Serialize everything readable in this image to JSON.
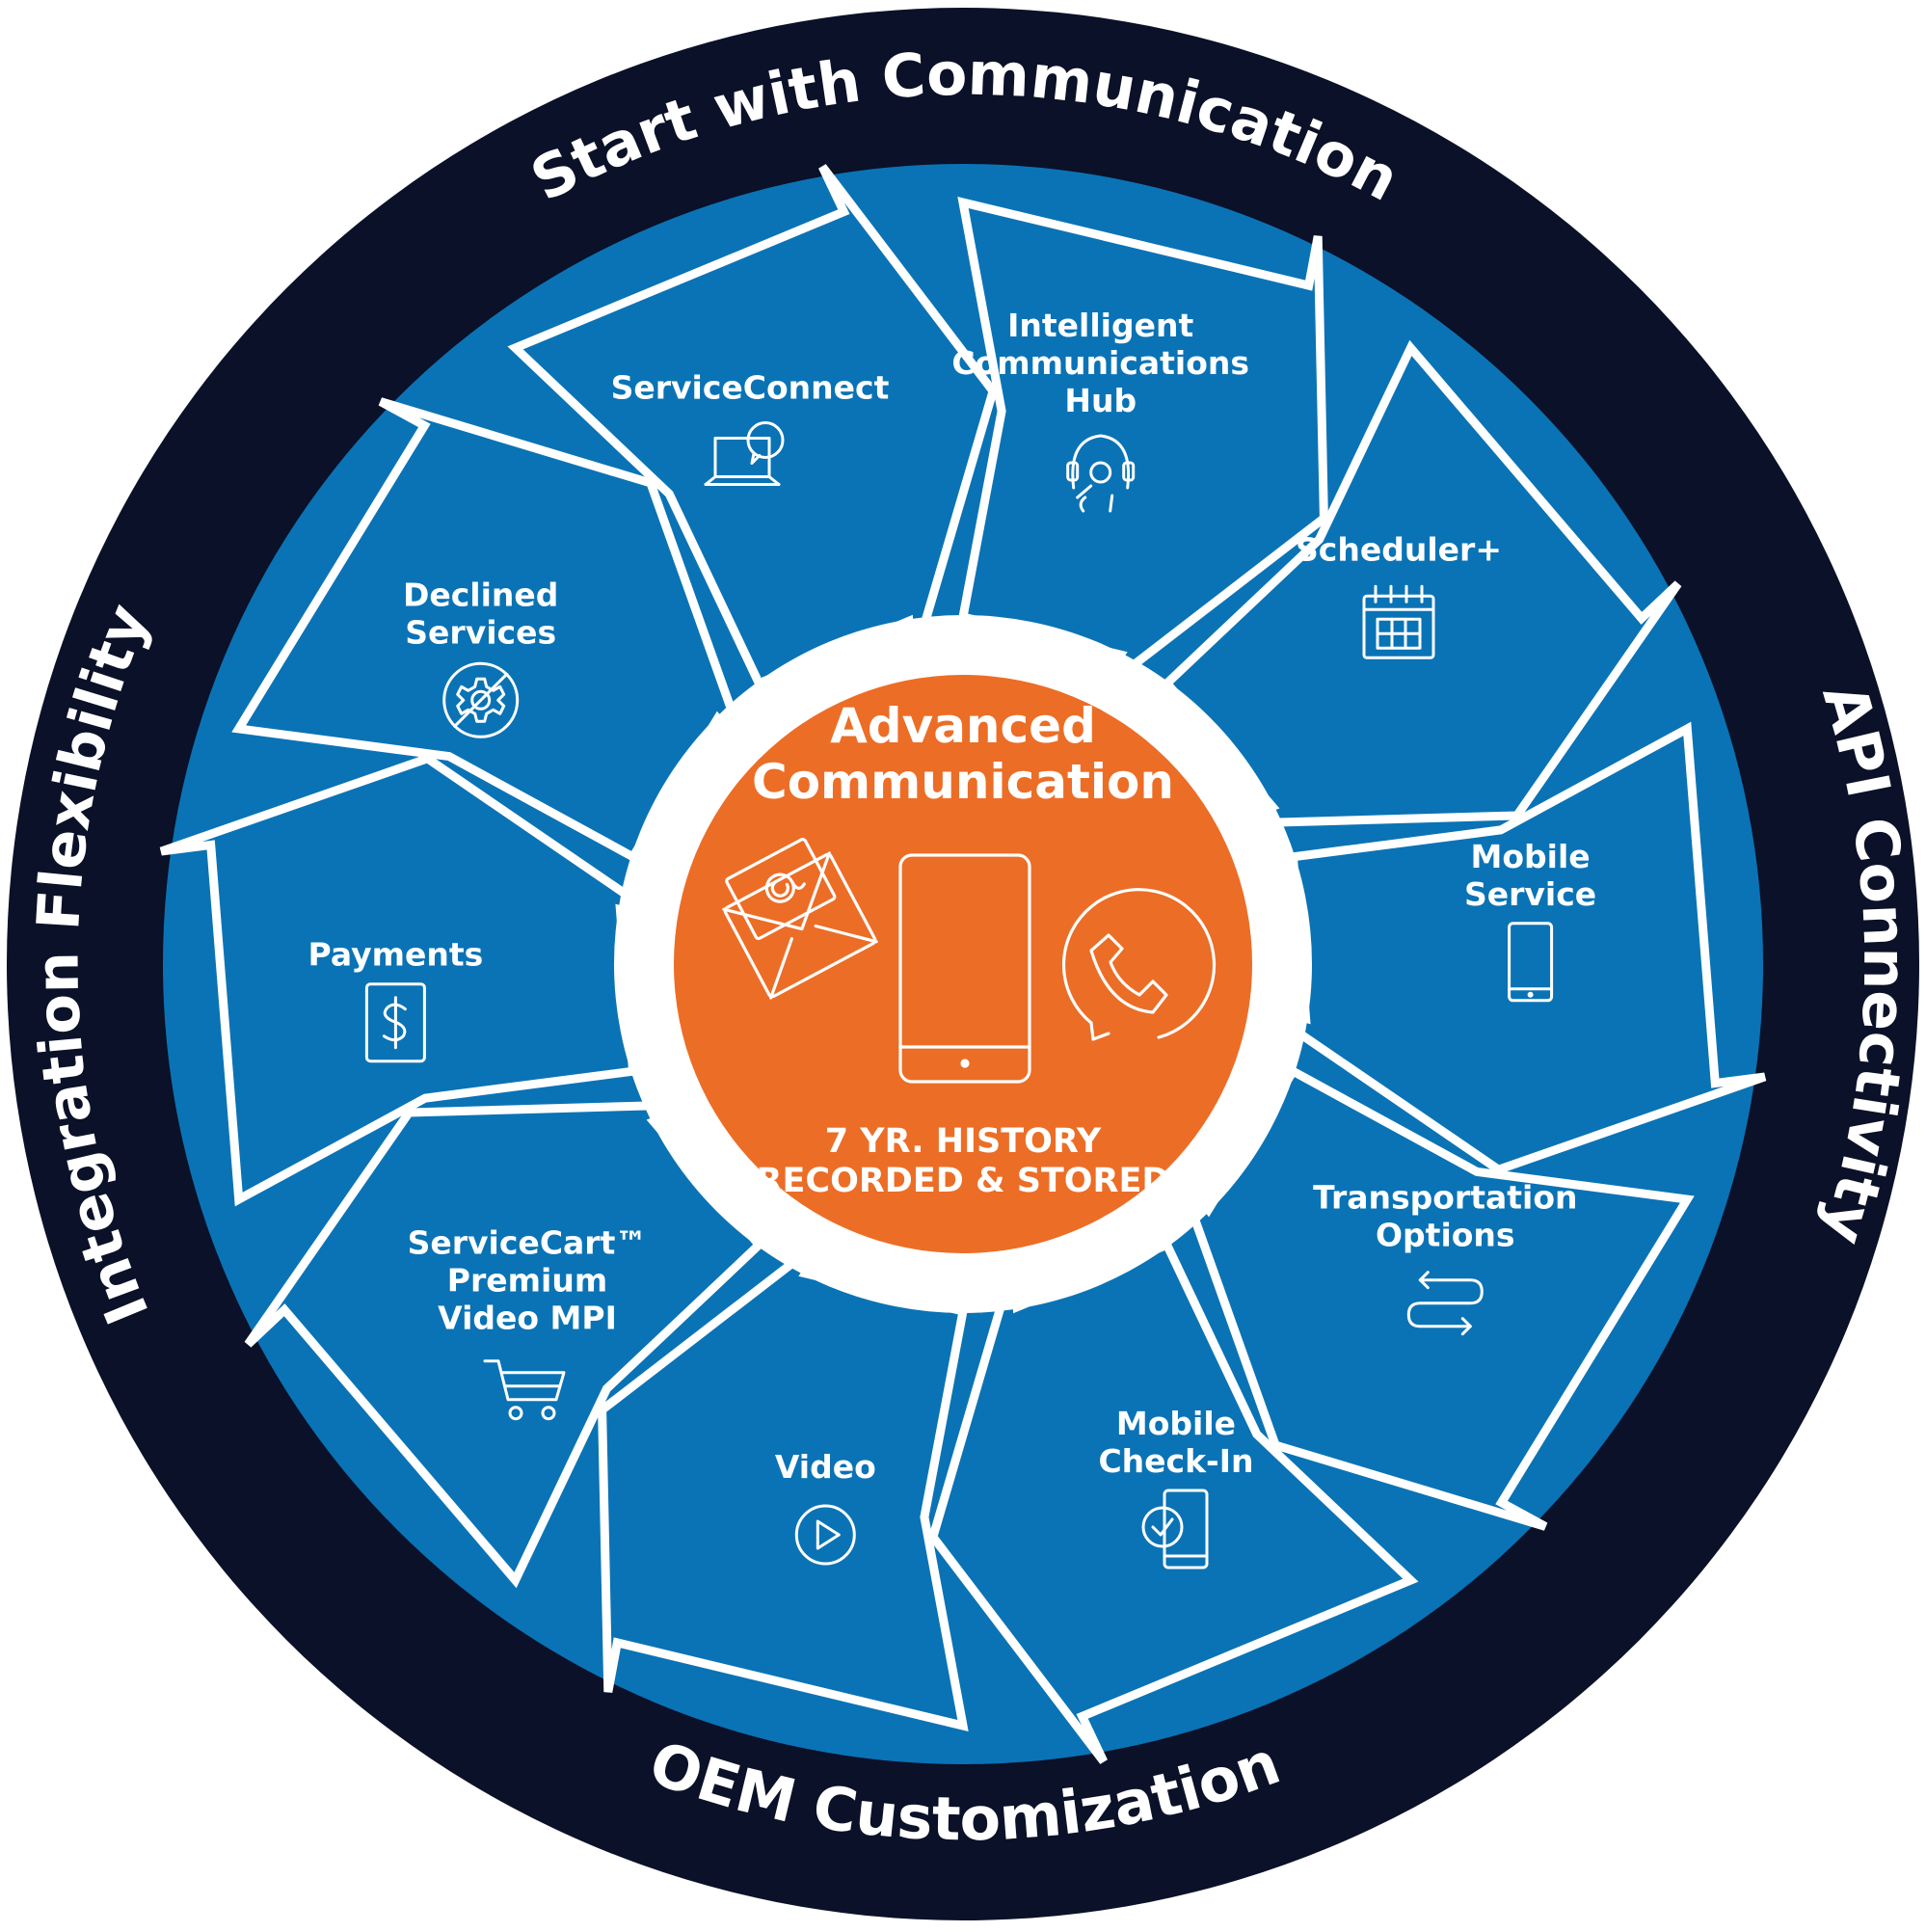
{
  "colors": {
    "outer_ring": "#0a1128",
    "segment_blue": "#0a73b5",
    "separator": "#ffffff",
    "center": "#ec6d26"
  },
  "ring_labels": {
    "top": "Start with Communication",
    "right": "API Connectivity",
    "bottom": "OEM Customization",
    "left": "Integration Flexibility"
  },
  "center": {
    "title_line1": "Advanced",
    "title_line2": "Communication",
    "icons": [
      "email-icon",
      "smartphone-icon",
      "phone-call-icon"
    ],
    "subtitle_line1": "7 YR. HISTORY",
    "subtitle_line2": "RECORDED & STORED"
  },
  "segments": [
    {
      "lines": [
        "Intelligent",
        "Communications",
        "Hub"
      ],
      "icon": "headset-agent-icon"
    },
    {
      "lines": [
        "Scheduler+"
      ],
      "icon": "calendar-icon"
    },
    {
      "lines": [
        "Mobile",
        "Service"
      ],
      "icon": "smartphone-icon"
    },
    {
      "lines": [
        "Transportation",
        "Options"
      ],
      "icon": "route-arrows-icon"
    },
    {
      "lines": [
        "Mobile",
        "Check-In"
      ],
      "icon": "phone-check-icon"
    },
    {
      "lines": [
        "Video"
      ],
      "icon": "play-icon"
    },
    {
      "lines": [
        "ServiceCart™",
        "Premium",
        "Video MPI"
      ],
      "icon": "shopping-cart-icon"
    },
    {
      "lines": [
        "Payments"
      ],
      "icon": "dollar-icon"
    },
    {
      "lines": [
        "Declined",
        "Services"
      ],
      "icon": "declined-gear-icon"
    },
    {
      "lines": [
        "ServiceConnect"
      ],
      "icon": "laptop-chat-icon"
    }
  ]
}
